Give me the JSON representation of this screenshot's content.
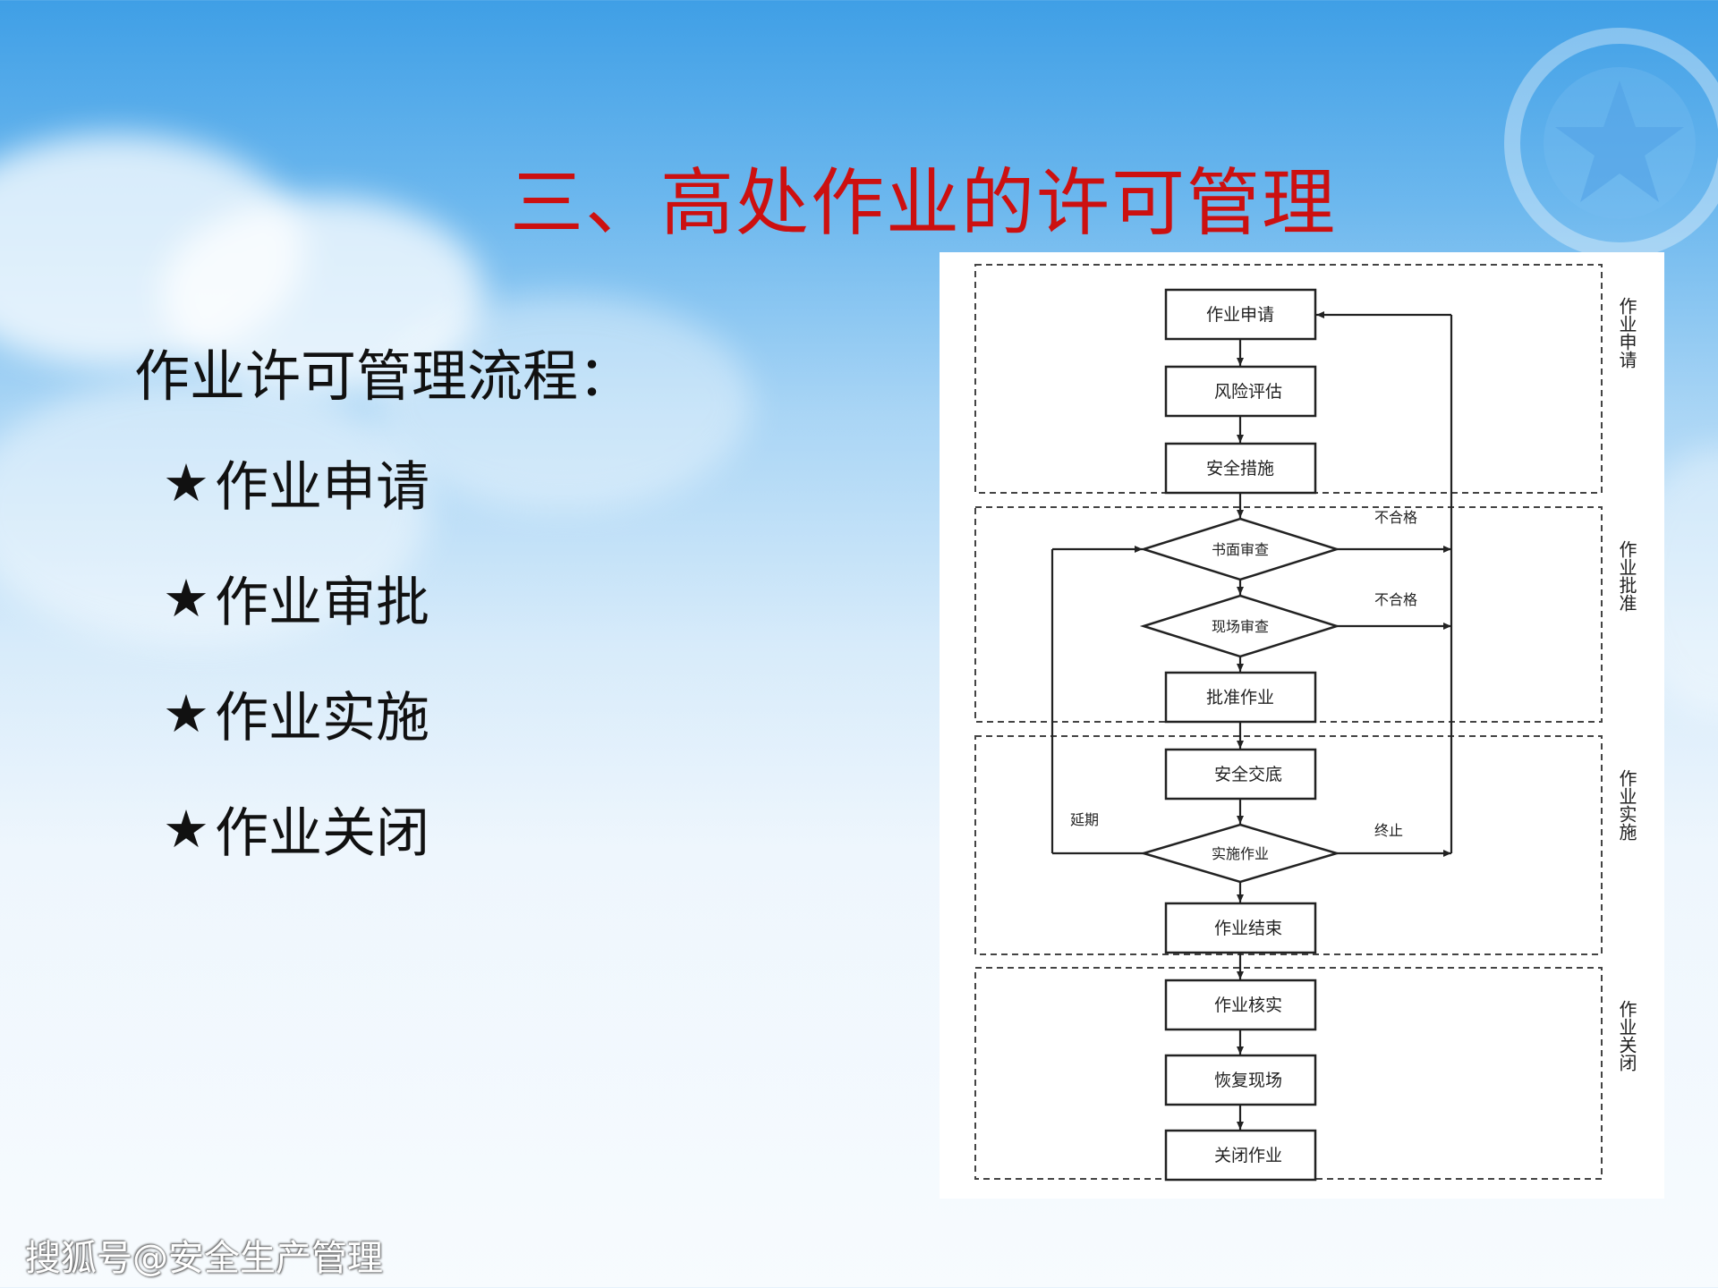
{
  "slide": {
    "title": "三、高处作业的许可管理",
    "bullet_heading": "作业许可管理流程：",
    "bullets": [
      {
        "star": "★",
        "label": "作业申请"
      },
      {
        "star": "★",
        "label": "作业审批"
      },
      {
        "star": "★",
        "label": "作业实施"
      },
      {
        "star": "★",
        "label": "作业关闭"
      }
    ],
    "watermark": "搜狐号@安全生产管理",
    "colors": {
      "title": "#cc1010",
      "text": "#111111",
      "background_top": "#3f9fe6"
    }
  },
  "flowchart": {
    "stages": [
      "作业申请",
      "作业批准",
      "作业实施",
      "作业关闭"
    ],
    "steps": {
      "apply": "作业申请",
      "risk": "风险评估",
      "safety": "安全措施",
      "written_review": "书面审查",
      "site_review": "现场审查",
      "approve": "批准作业",
      "briefing": "安全交底",
      "execute": "实施作业",
      "finish": "作业结束",
      "verify": "作业核实",
      "restore": "恢复现场",
      "close": "关闭作业"
    },
    "edge_labels": {
      "fail_1": "不合格",
      "fail_2": "不合格",
      "extend": "延期",
      "stop": "终止"
    }
  }
}
